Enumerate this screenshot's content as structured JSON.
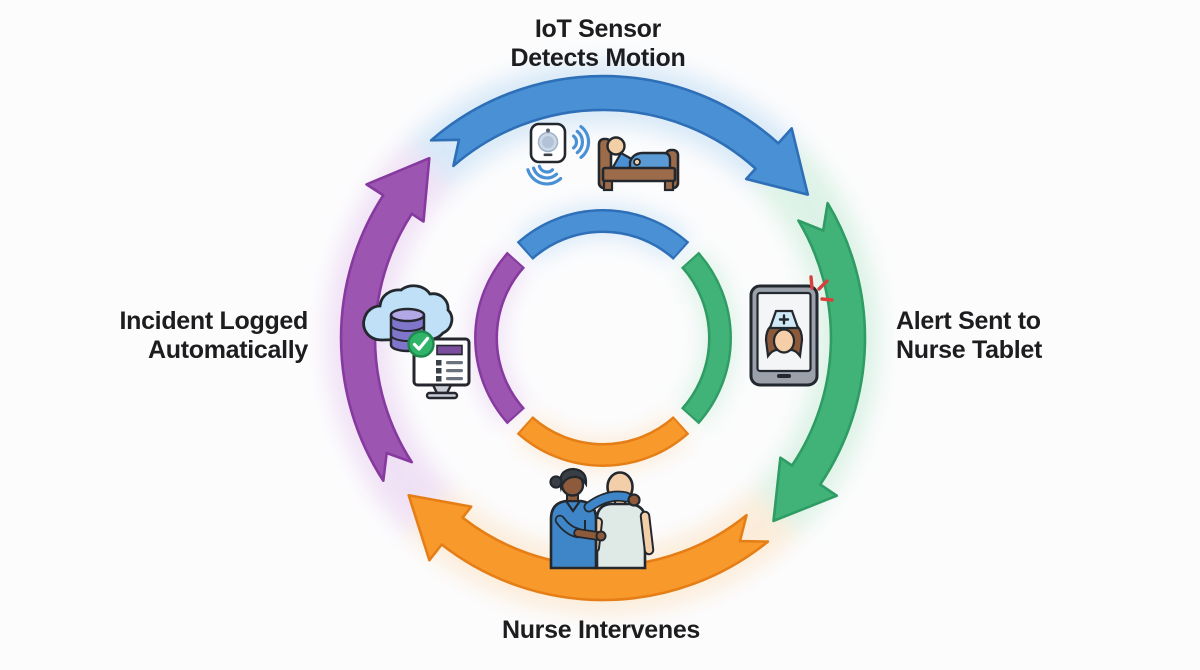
{
  "diagram": {
    "type": "circular-process-cycle",
    "direction": "clockwise",
    "background_color": "#fcfcfd",
    "text_color": "#1d1d1f",
    "stages": [
      {
        "id": "iot-sensor-detects-motion",
        "position": "top",
        "label": "IoT Sensor Detects Motion",
        "label_lines": [
          "IoT Sensor",
          "Detects Motion"
        ],
        "icon": "motion-sensor-and-patient-bed-icon",
        "color": "#4a90d5",
        "border_color": "#2e6fb7",
        "glow_color": "#b5d7f2"
      },
      {
        "id": "alert-sent-to-nurse-tablet",
        "position": "right",
        "label": "Alert Sent to Nurse Tablet",
        "label_lines": [
          "Alert Sent to",
          "Nurse Tablet"
        ],
        "icon": "nurse-tablet-alert-icon",
        "color": "#41b378",
        "border_color": "#2e9c63",
        "glow_color": "#bfe9d1"
      },
      {
        "id": "nurse-intervenes",
        "position": "bottom",
        "label": "Nurse Intervenes",
        "label_lines": [
          "Nurse Intervenes"
        ],
        "icon": "nurse-helping-patient-icon",
        "color": "#f8992c",
        "border_color": "#e57e16",
        "glow_color": "#fbdeb8"
      },
      {
        "id": "incident-logged-automatically",
        "position": "left",
        "label": "Incident Logged Automatically",
        "label_lines": [
          "Incident Logged",
          "Automatically"
        ],
        "icon": "cloud-database-log-icon",
        "color": "#9d55b2",
        "border_color": "#86399e",
        "glow_color": "#e4c8ee"
      }
    ],
    "icon_accent_colors": {
      "alert_flash": "#d8403c",
      "check_ok": "#2fb46a",
      "database": "#7f76cc",
      "cloud": "#bfe0f7"
    }
  }
}
